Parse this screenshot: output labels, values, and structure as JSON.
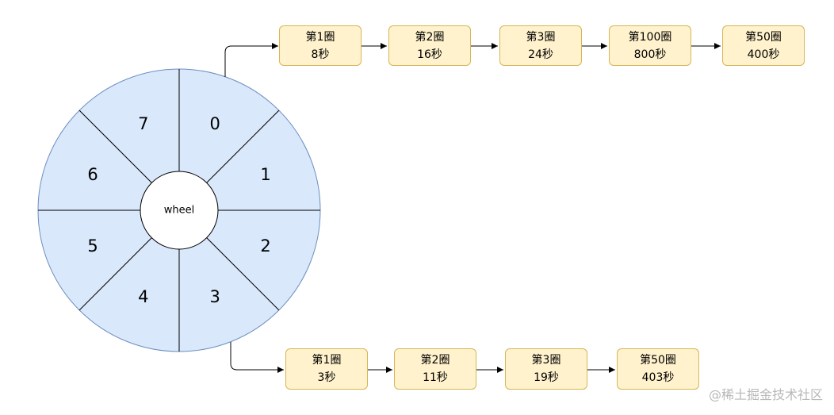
{
  "wheel": {
    "center_label": "wheel",
    "slots": [
      "0",
      "1",
      "2",
      "3",
      "4",
      "5",
      "6",
      "7"
    ],
    "fill_color": "#dae8fc",
    "stroke_color": "#6c8ebf"
  },
  "top_chain": [
    {
      "round": "第1圈",
      "time": "8秒"
    },
    {
      "round": "第2圈",
      "time": "16秒"
    },
    {
      "round": "第3圈",
      "time": "24秒"
    },
    {
      "round": "第100圈",
      "time": "800秒"
    },
    {
      "round": "第50圈",
      "time": "400秒"
    }
  ],
  "bottom_chain": [
    {
      "round": "第1圈",
      "time": "3秒"
    },
    {
      "round": "第2圈",
      "time": "11秒"
    },
    {
      "round": "第3圈",
      "time": "19秒"
    },
    {
      "round": "第50圈",
      "time": "403秒"
    }
  ],
  "node_colors": {
    "fill": "#fff2cc",
    "stroke": "#d6b656"
  },
  "watermark": "@稀土掘金技术社区"
}
